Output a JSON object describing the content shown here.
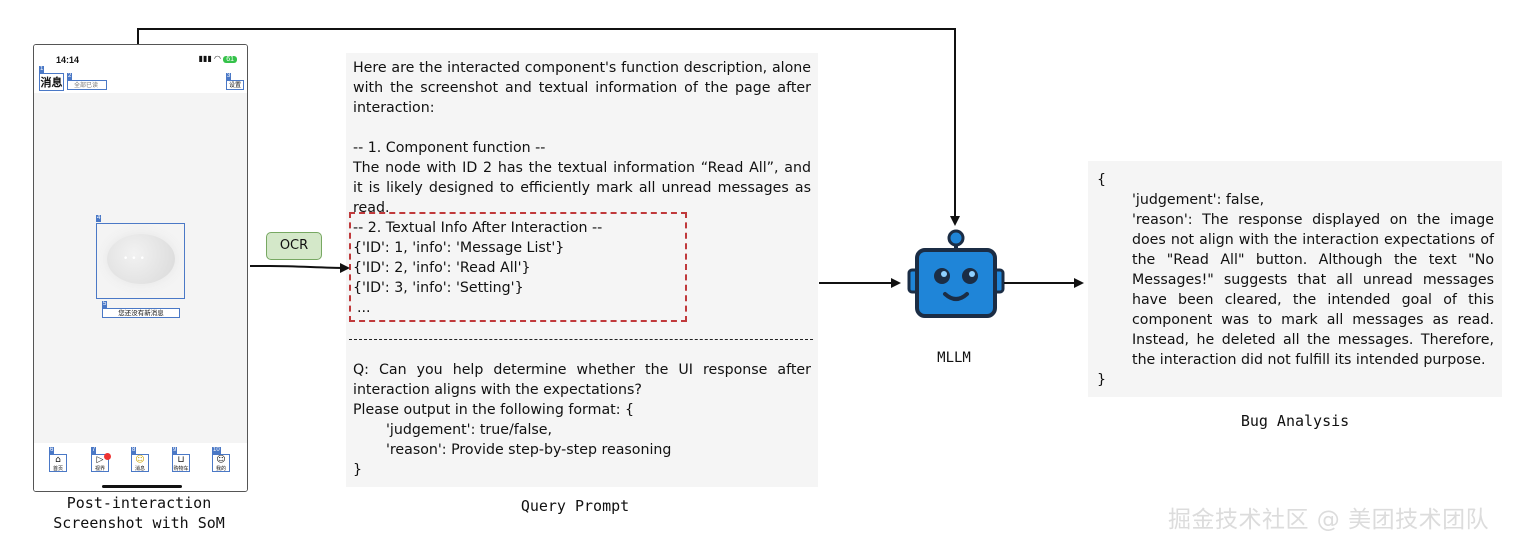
{
  "phone": {
    "time": "14:14",
    "battery": "61",
    "som": [
      "1",
      "2",
      "3",
      "4",
      "5",
      "6",
      "7",
      "8",
      "9",
      "10"
    ],
    "header_title": "消息",
    "read_all": "全部已读",
    "settings": "设置",
    "empty_text": "您还没有新消息",
    "tabs": [
      "首页",
      "视界",
      "消息",
      "购物车",
      "我的"
    ]
  },
  "captions": {
    "phone": "Post-interaction\nScreenshot with SoM",
    "query": "Query Prompt",
    "mllm": "MLLM",
    "bug": "Bug Analysis"
  },
  "ocr_label": "OCR",
  "prompt": {
    "intro": "Here are the interacted component's function description, alone with the screenshot and textual information of the page after interaction:",
    "section1_title": "-- 1. Component function --",
    "section1_body": "The node with ID 2 has the textual information “Read All”, and it is likely designed to efficiently mark all unread messages as read.",
    "section2_title": "-- 2. Textual Info After Interaction --",
    "section2_lines": [
      "{'ID': 1, 'info': 'Message List'}",
      "{'ID': 2, 'info': 'Read All'}",
      "{'ID': 3, 'info': 'Setting'}",
      "..."
    ],
    "question": "Q: Can you help determine whether the UI response after interaction aligns with the expectations?",
    "format_line": "Please output in the following format: {",
    "format_judgement": "'judgement': true/false,",
    "format_reason": "'reason': Provide step-by-step reasoning",
    "close_brace": "}"
  },
  "analysis": {
    "open_brace": "{",
    "judgement": "'judgement': false,",
    "reason": "'reason': The response displayed on the image does not align with the interaction expectations of the \"Read All\" button. Although the text \"No Messages!\" suggests that all unread messages have been cleared, the intended goal of this component was to mark all messages as read. Instead, he deleted all the messages. Therefore, the interaction did not fulfill its intended purpose.",
    "close_brace": "}"
  },
  "watermark": "掘金技术社区 @ 美团技术团队",
  "colors": {
    "robot": "#1f85d8",
    "robot_dark": "#1b2d45",
    "som_blue": "#4a78c6",
    "ocr_fill": "#d4e8c9",
    "dash_red": "#c0393b"
  }
}
